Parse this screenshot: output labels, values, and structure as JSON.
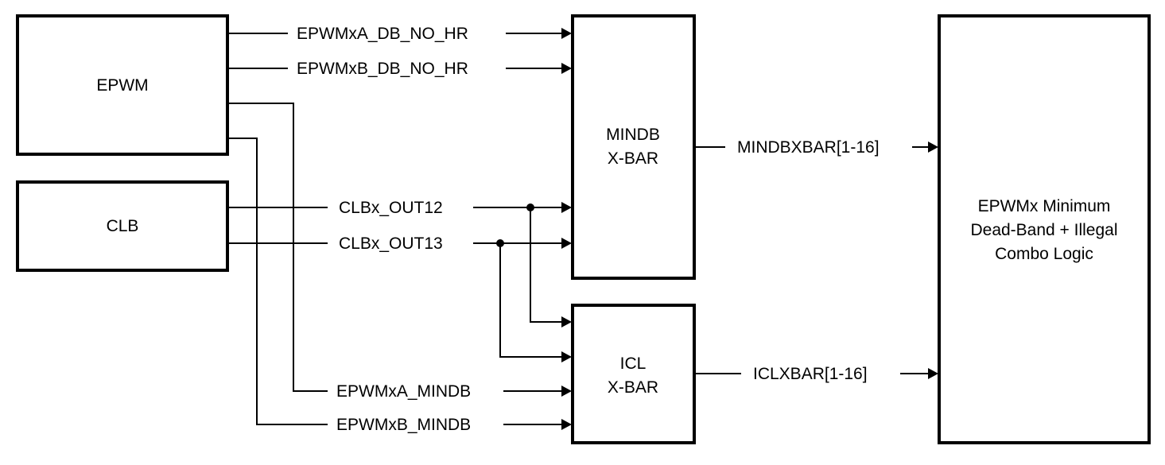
{
  "diagram": {
    "blocks": {
      "epwm": "EPWM",
      "clb": "CLB",
      "mindb_xbar": [
        "MINDB",
        "X-BAR"
      ],
      "icl_xbar": [
        "ICL",
        "X-BAR"
      ],
      "logic": [
        "EPWMx Minimum",
        "Dead-Band + Illegal",
        "Combo Logic"
      ]
    },
    "signals": {
      "epwmxa_db_no_hr": "EPWMxA_DB_NO_HR",
      "epwmxb_db_no_hr": "EPWMxB_DB_NO_HR",
      "clbx_out12": "CLBx_OUT12",
      "clbx_out13": "CLBx_OUT13",
      "epwmxa_mindb": "EPWMxA_MINDB",
      "epwmxb_mindb": "EPWMxB_MINDB",
      "mindbxbar": "MINDBXBAR[1-16]",
      "iclxbar": "ICLXBAR[1-16]"
    }
  }
}
